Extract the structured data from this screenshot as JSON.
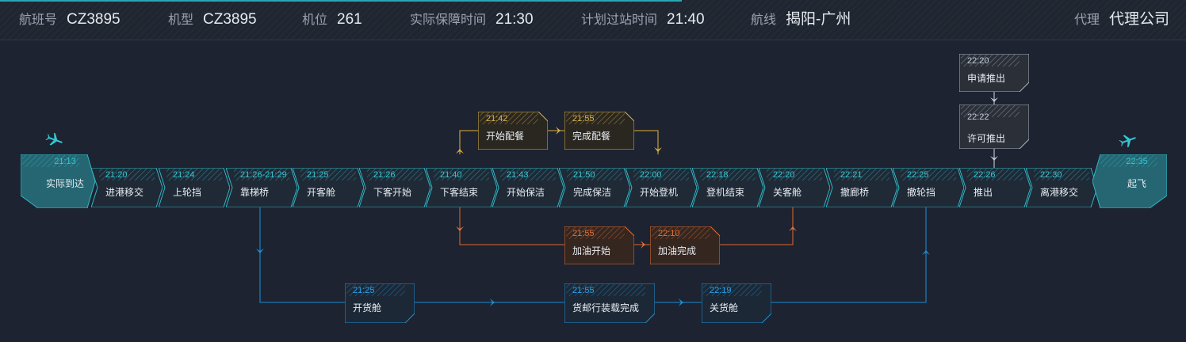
{
  "header": {
    "flight_label": "航班号",
    "flight_value": "CZ3895",
    "type_label": "机型",
    "type_value": "CZ3895",
    "stand_label": "机位",
    "stand_value": "261",
    "actual_label": "实际保障时间",
    "actual_value": "21:30",
    "plan_label": "计划过站时间",
    "plan_value": "21:40",
    "route_label": "航线",
    "route_value": "揭阳-广州",
    "agent_label": "代理",
    "agent_value": "代理公司"
  },
  "colors": {
    "main": "#2fb7c4",
    "catering": "#d7b04a",
    "fuel": "#e0703a",
    "cargo": "#1f8fd6",
    "pushback": "#a9b2c0"
  },
  "main": [
    {
      "time": "21:13",
      "label": "实际到达"
    },
    {
      "time": "21:20",
      "label": "进港移交"
    },
    {
      "time": "21:24",
      "label": "上轮挡"
    },
    {
      "time": "21:26-21:29",
      "label": "靠梯桥"
    },
    {
      "time": "21:25",
      "label": "开客舱"
    },
    {
      "time": "21:26",
      "label": "下客开始"
    },
    {
      "time": "21:40",
      "label": "下客结束"
    },
    {
      "time": "21:43",
      "label": "开始保洁"
    },
    {
      "time": "21:50",
      "label": "完成保洁"
    },
    {
      "time": "22:00",
      "label": "开始登机"
    },
    {
      "time": "22:18",
      "label": "登机结束"
    },
    {
      "time": "22:20",
      "label": "关客舱"
    },
    {
      "time": "22:21",
      "label": "撤廊桥"
    },
    {
      "time": "22:25",
      "label": "撤轮挡"
    },
    {
      "time": "22:26",
      "label": "推出"
    },
    {
      "time": "22:30",
      "label": "离港移交"
    },
    {
      "time": "22:35",
      "label": "起飞"
    }
  ],
  "catering": [
    {
      "time": "21:42",
      "label": "开始配餐"
    },
    {
      "time": "21:55",
      "label": "完成配餐"
    }
  ],
  "fuel": [
    {
      "time": "21:55",
      "label": "加油开始"
    },
    {
      "time": "22:10",
      "label": "加油完成"
    }
  ],
  "cargo": [
    {
      "time": "21:25",
      "label": "开货舱"
    },
    {
      "time": "21:55",
      "label": "货邮行装载完成"
    },
    {
      "time": "22:19",
      "label": "关货舱"
    }
  ],
  "pushback": [
    {
      "time": "22:20",
      "label": "申请推出"
    },
    {
      "time": "22:22",
      "label": "许可推出"
    }
  ],
  "icons": {
    "arrival": "plane-landing-icon",
    "departure": "plane-takeoff-icon"
  }
}
